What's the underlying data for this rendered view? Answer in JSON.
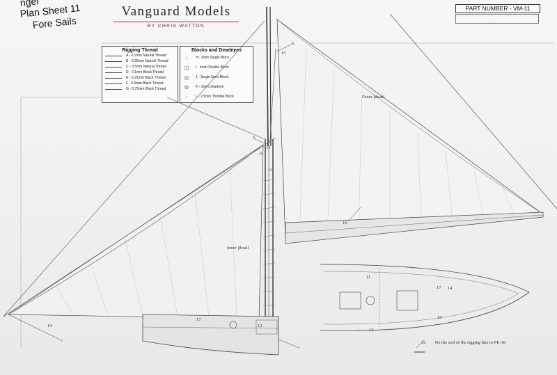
{
  "title": {
    "lines": [
      "nger",
      "Plan Sheet 11",
      "Fore Sails"
    ]
  },
  "brand": {
    "name": "Vanguard Models",
    "sub": "BY CHRIS WATTON"
  },
  "part_number": "PART NUMBER - VM-11",
  "rigging_legend": {
    "title": "Rigging Thread",
    "items": [
      "A - 0.1mm Natural Thread",
      "B - 0.25mm Natural Thread",
      "C - 0.5mm Natural Thread",
      "D - 0.1mm Black Thread",
      "E - 0.25mm Black Thread",
      "F - 0.5mm Black Thread",
      "G - 0.75mm Black Thread"
    ]
  },
  "blocks_legend": {
    "title": "Blocks and Deadeyes",
    "items": [
      "H - 3mm Single Block",
      "I - 4mm Double Block",
      "J - Single 5mm Block",
      "K - 3mm Deadeye",
      "L - 2.5mm Thimble Block"
    ]
  },
  "labels": {
    "outer_jibsail": "Outer jibsail",
    "inner_jibsail": "Inner jibsail",
    "note": "Tie the end of the rigging line to PE-18",
    "A1": "A",
    "A2": "A",
    "A3": "A",
    "n15": "15",
    "n13": "13",
    "n11a": "11",
    "n16a": "16",
    "n17a": "17",
    "n12a": "12",
    "n14a": "14",
    "n11b": "11",
    "n17b": "17",
    "n14b": "14",
    "n16b": "16",
    "n13b": "13",
    "n12b": "12"
  }
}
